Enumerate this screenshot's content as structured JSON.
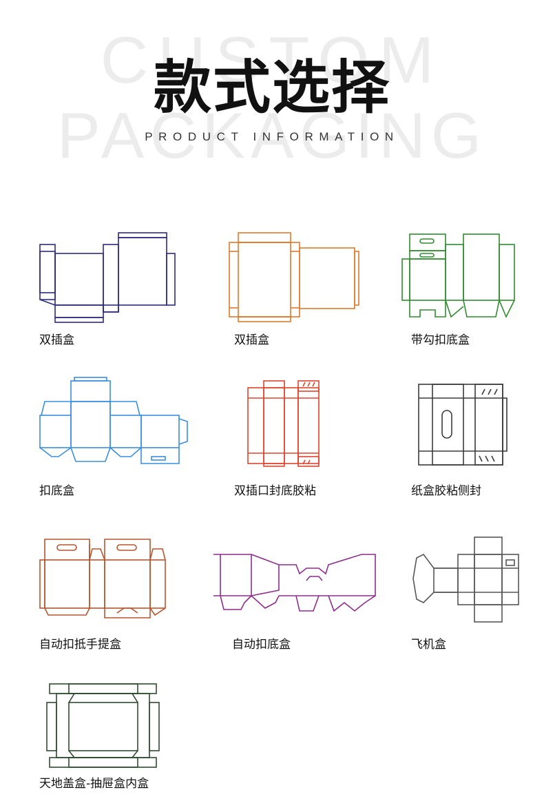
{
  "header": {
    "bg_line1": "CUSTOM",
    "bg_line2": "PACKAGING",
    "title": "款式选择",
    "subtitle": "PRODUCT INFORMATION"
  },
  "styles": [
    {
      "label": "双插盒",
      "color": "#2b2a7c",
      "icon": "double-tuck-box-dieline-icon"
    },
    {
      "label": "双插盒",
      "color": "#e07a2c",
      "icon": "double-tuck-box-dieline-icon"
    },
    {
      "label": "带勾扣底盒",
      "color": "#2f8a2f",
      "icon": "hang-tab-lock-bottom-box-dieline-icon"
    },
    {
      "label": "扣底盒",
      "color": "#3a8ee0",
      "icon": "lock-bottom-box-dieline-icon"
    },
    {
      "label": "双插口封底胶粘",
      "color": "#e0432c",
      "icon": "tuck-glue-bottom-box-dieline-icon"
    },
    {
      "label": "纸盒胶粘侧封",
      "color": "#3a3a3a",
      "icon": "side-glue-box-dieline-icon"
    },
    {
      "label": "自动扣抵手提盒",
      "color": "#b5542e",
      "icon": "auto-bottom-handle-box-dieline-icon"
    },
    {
      "label": "自动扣底盒",
      "color": "#8c2c8c",
      "icon": "auto-lock-bottom-box-dieline-icon"
    },
    {
      "label": "飞机盒",
      "color": "#555555",
      "icon": "mailer-box-dieline-icon"
    },
    {
      "label": "天地盖盒-抽屉盒内盒",
      "color": "#2e4a2e",
      "icon": "lid-base-drawer-box-dieline-icon"
    }
  ]
}
